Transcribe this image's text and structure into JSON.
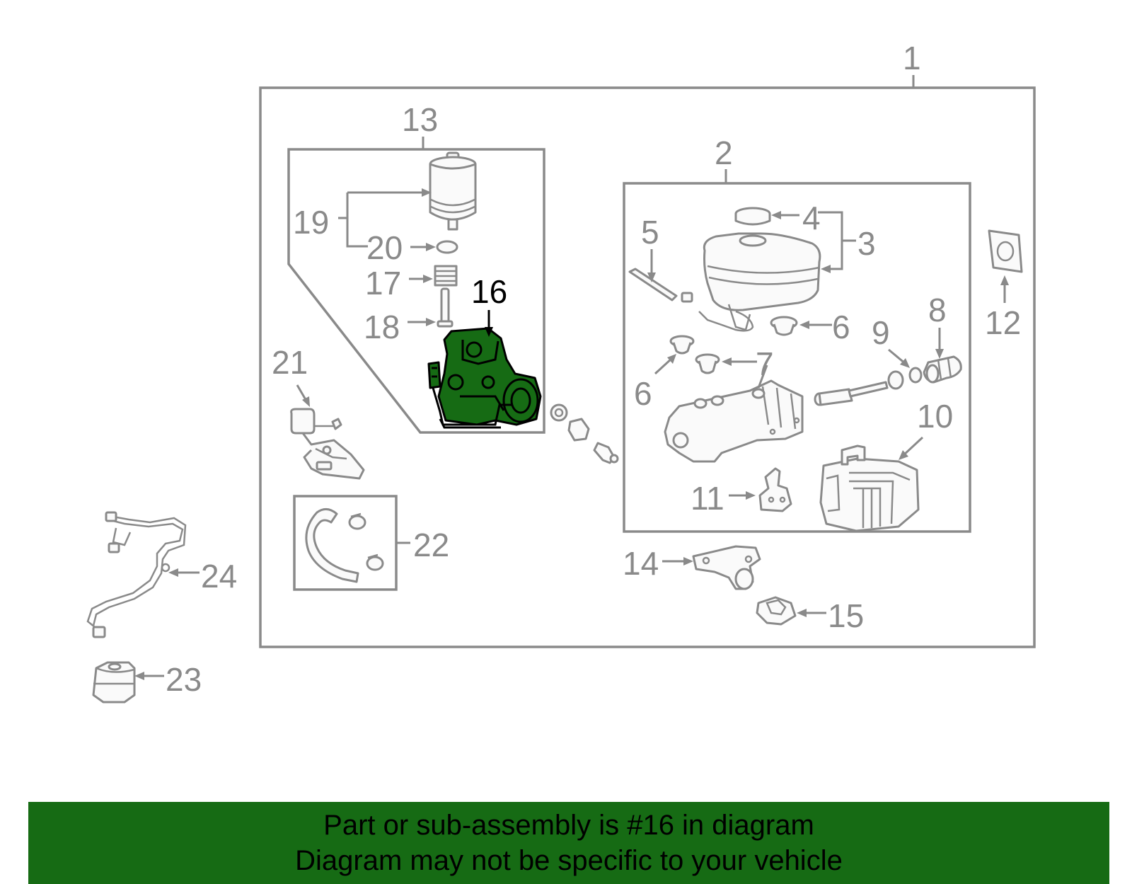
{
  "callouts": {
    "c1": "1",
    "c2": "2",
    "c3": "3",
    "c4": "4",
    "c5": "5",
    "c6a": "6",
    "c6b": "6",
    "c7": "7",
    "c8": "8",
    "c9": "9",
    "c10": "10",
    "c11": "11",
    "c12": "12",
    "c13": "13",
    "c14": "14",
    "c15": "15",
    "c16": "16",
    "c17": "17",
    "c18": "18",
    "c19": "19",
    "c20": "20",
    "c21": "21",
    "c22": "22",
    "c23": "23",
    "c24": "24"
  },
  "highlighted_part": "16",
  "banner": {
    "line1": "Part or sub-assembly is #16 in diagram",
    "line2": "Diagram may not be specific to your vehicle"
  },
  "colors": {
    "highlight": "#166b14",
    "banner_background": "#166b14",
    "diagram_lines": "#8a8a8a"
  }
}
